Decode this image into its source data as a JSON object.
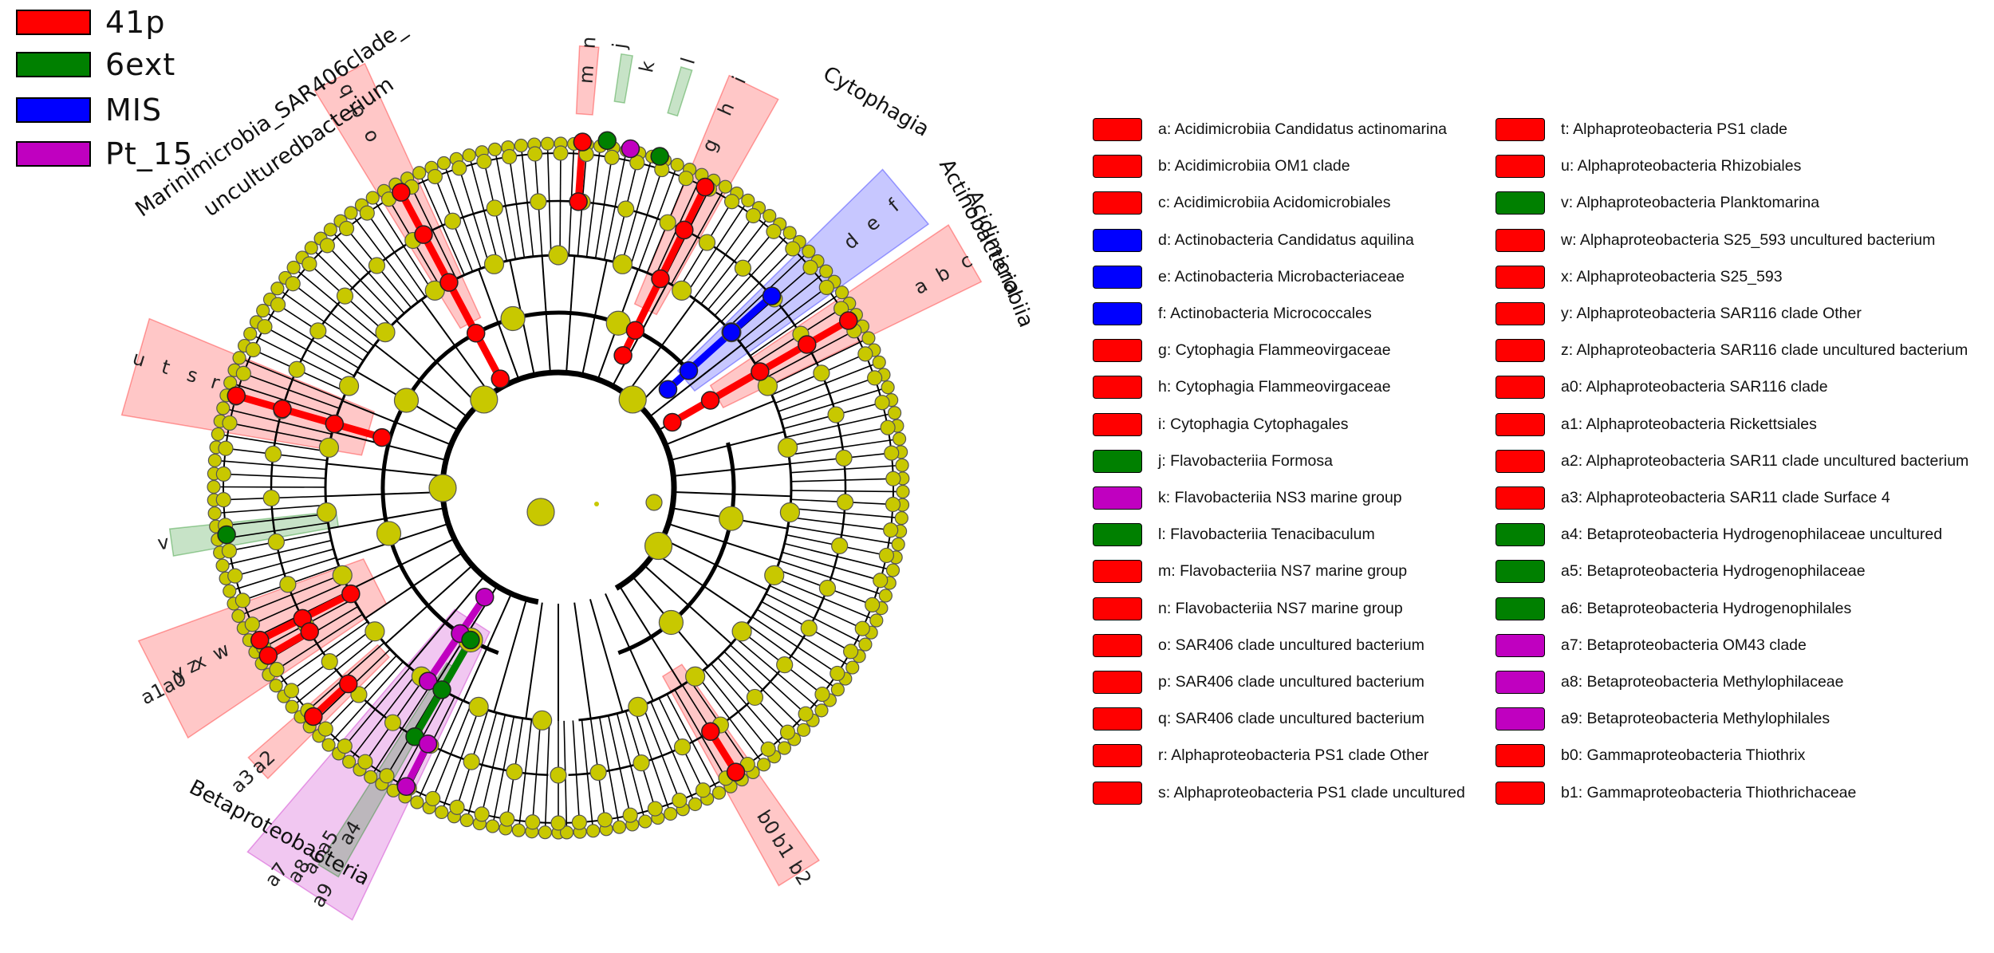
{
  "colors": {
    "41p": "#ff0000",
    "6ext": "#008000",
    "MIS": "#0000ff",
    "Pt_15": "#c000c0",
    "node_default": "#c8c800",
    "branch": "#000000"
  },
  "groups": [
    {
      "label": "41p",
      "color": "#ff0000"
    },
    {
      "label": "6ext",
      "color": "#008000"
    },
    {
      "label": "MIS",
      "color": "#0000ff"
    },
    {
      "label": "Pt_15",
      "color": "#c000c0"
    }
  ],
  "cladogram": {
    "outer_labels": [
      {
        "text": "Marinimicrobia_SAR406clade_",
        "group": "41p"
      },
      {
        "text": "unculturedbacterium",
        "group": "41p"
      },
      {
        "text": "Cytophagia",
        "group": "41p"
      },
      {
        "text": "Actinobacteria",
        "group": "MIS"
      },
      {
        "text": "Acidimicrobiia",
        "group": "41p"
      },
      {
        "text": "Betaproteobacteria",
        "group": "Pt_15"
      }
    ],
    "clade_letters": [
      {
        "text": "a",
        "group": "41p"
      },
      {
        "text": "b",
        "group": "41p"
      },
      {
        "text": "c",
        "group": "41p"
      },
      {
        "text": "d",
        "group": "MIS"
      },
      {
        "text": "e",
        "group": "MIS"
      },
      {
        "text": "f",
        "group": "MIS"
      },
      {
        "text": "g",
        "group": "41p"
      },
      {
        "text": "h",
        "group": "41p"
      },
      {
        "text": "i",
        "group": "41p"
      },
      {
        "text": "j",
        "group": "6ext"
      },
      {
        "text": "k",
        "group": "Pt_15"
      },
      {
        "text": "l",
        "group": "6ext"
      },
      {
        "text": "m",
        "group": "41p"
      },
      {
        "text": "n",
        "group": "41p"
      },
      {
        "text": "o",
        "group": "41p"
      },
      {
        "text": "p",
        "group": "41p"
      },
      {
        "text": "q",
        "group": "41p"
      },
      {
        "text": "r",
        "group": "41p"
      },
      {
        "text": "s",
        "group": "41p"
      },
      {
        "text": "t",
        "group": "41p"
      },
      {
        "text": "u",
        "group": "41p"
      },
      {
        "text": "v",
        "group": "6ext"
      },
      {
        "text": "w",
        "group": "41p"
      },
      {
        "text": "x",
        "group": "41p"
      },
      {
        "text": "y",
        "group": "41p"
      },
      {
        "text": "z",
        "group": "41p"
      },
      {
        "text": "a0",
        "group": "41p"
      },
      {
        "text": "a1",
        "group": "41p"
      },
      {
        "text": "a2",
        "group": "41p"
      },
      {
        "text": "a3",
        "group": "41p"
      },
      {
        "text": "a4",
        "group": "6ext"
      },
      {
        "text": "a5",
        "group": "6ext"
      },
      {
        "text": "a6",
        "group": "6ext"
      },
      {
        "text": "a7",
        "group": "Pt_15"
      },
      {
        "text": "a8",
        "group": "Pt_15"
      },
      {
        "text": "a9",
        "group": "Pt_15"
      },
      {
        "text": "b0",
        "group": "41p"
      },
      {
        "text": "b1",
        "group": "41p"
      },
      {
        "text": "b2",
        "group": "41p"
      }
    ]
  },
  "taxa": [
    {
      "label": "a: Acidimicrobiia Candidatus actinomarina",
      "group": "41p"
    },
    {
      "label": "b: Acidimicrobiia OM1 clade",
      "group": "41p"
    },
    {
      "label": "c: Acidimicrobiia Acidomicrobiales",
      "group": "41p"
    },
    {
      "label": "d: Actinobacteria Candidatus aquilina",
      "group": "MIS"
    },
    {
      "label": "e: Actinobacteria Microbacteriaceae",
      "group": "MIS"
    },
    {
      "label": "f: Actinobacteria Micrococcales",
      "group": "MIS"
    },
    {
      "label": "g: Cytophagia Flammeovirgaceae",
      "group": "41p"
    },
    {
      "label": "h: Cytophagia Flammeovirgaceae",
      "group": "41p"
    },
    {
      "label": "i: Cytophagia Cytophagales",
      "group": "41p"
    },
    {
      "label": "j: Flavobacteriia Formosa",
      "group": "6ext"
    },
    {
      "label": "k: Flavobacteriia NS3 marine group",
      "group": "Pt_15"
    },
    {
      "label": "l: Flavobacteriia Tenacibaculum",
      "group": "6ext"
    },
    {
      "label": "m: Flavobacteriia NS7 marine group",
      "group": "41p"
    },
    {
      "label": "n: Flavobacteriia NS7 marine group",
      "group": "41p"
    },
    {
      "label": "o: SAR406 clade uncultured bacterium",
      "group": "41p"
    },
    {
      "label": "p: SAR406 clade uncultured bacterium",
      "group": "41p"
    },
    {
      "label": "q: SAR406 clade uncultured bacterium",
      "group": "41p"
    },
    {
      "label": "r: Alphaproteobacteria PS1 clade Other",
      "group": "41p"
    },
    {
      "label": "s: Alphaproteobacteria PS1 clade uncultured",
      "group": "41p"
    },
    {
      "label": "t: Alphaproteobacteria PS1 clade",
      "group": "41p"
    },
    {
      "label": "u: Alphaproteobacteria Rhizobiales",
      "group": "41p"
    },
    {
      "label": "v: Alphaproteobacteria Planktomarina",
      "group": "6ext"
    },
    {
      "label": "w: Alphaproteobacteria S25_593 uncultured bacterium",
      "group": "41p"
    },
    {
      "label": "x: Alphaproteobacteria S25_593",
      "group": "41p"
    },
    {
      "label": "y: Alphaproteobacteria SAR116 clade Other",
      "group": "41p"
    },
    {
      "label": "z: Alphaproteobacteria SAR116 clade uncultured bacterium",
      "group": "41p"
    },
    {
      "label": "a0: Alphaproteobacteria SAR116 clade",
      "group": "41p"
    },
    {
      "label": "a1: Alphaproteobacteria Rickettsiales",
      "group": "41p"
    },
    {
      "label": "a2: Alphaproteobacteria SAR11 clade uncultured bacterium",
      "group": "41p"
    },
    {
      "label": "a3: Alphaproteobacteria SAR11 clade Surface 4",
      "group": "41p"
    },
    {
      "label": "a4: Betaproteobacteria Hydrogenophilaceae uncultured",
      "group": "6ext"
    },
    {
      "label": "a5: Betaproteobacteria Hydrogenophilaceae",
      "group": "6ext"
    },
    {
      "label": "a6: Betaproteobacteria Hydrogenophilales",
      "group": "6ext"
    },
    {
      "label": "a7: Betaproteobacteria OM43 clade",
      "group": "Pt_15"
    },
    {
      "label": "a8: Betaproteobacteria Methylophilaceae",
      "group": "Pt_15"
    },
    {
      "label": "a9: Betaproteobacteria Methylophilales",
      "group": "Pt_15"
    },
    {
      "label": "b0: Gammaproteobacteria Thiothrix",
      "group": "41p"
    },
    {
      "label": "b1: Gammaproteobacteria Thiothrichaceae",
      "group": "41p"
    }
  ]
}
